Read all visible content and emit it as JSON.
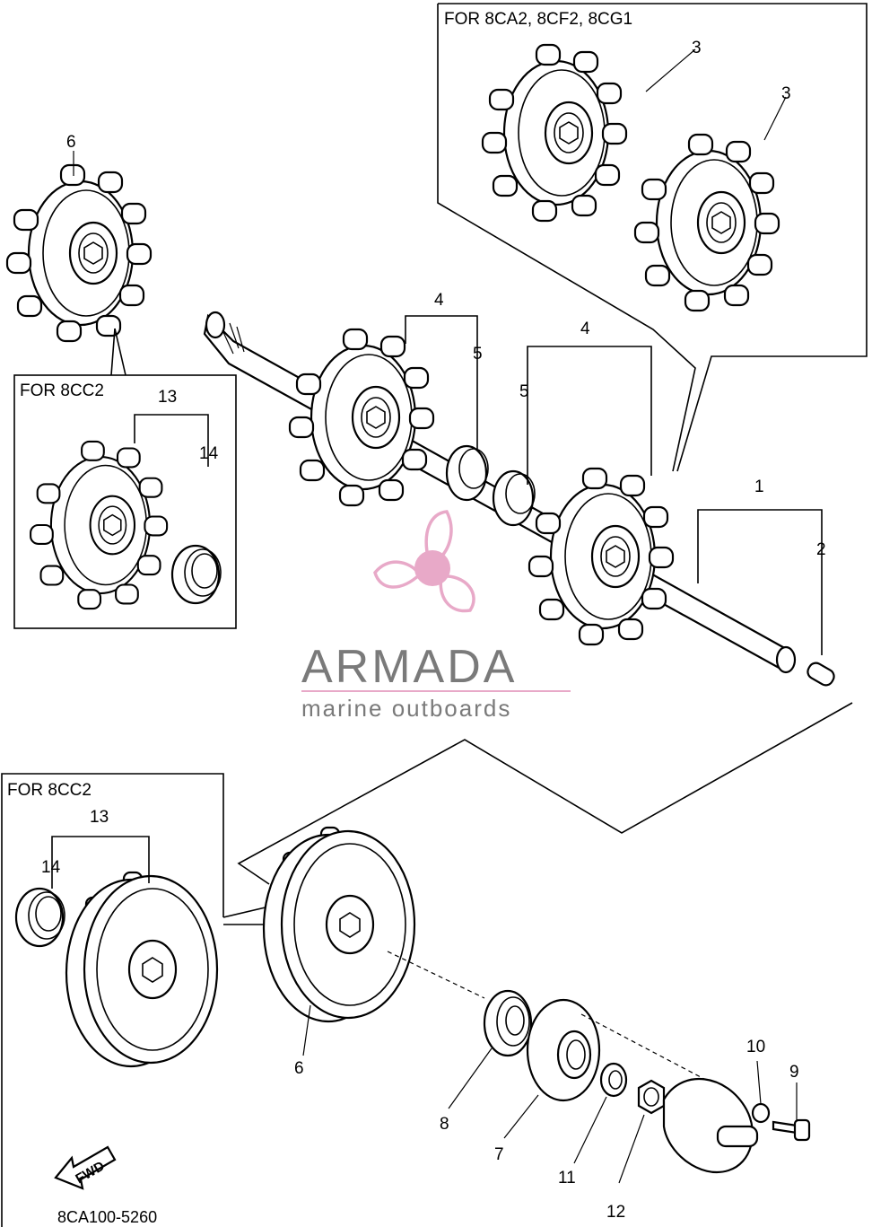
{
  "boxes": {
    "top_right_title": "FOR 8CA2, 8CF2, 8CG1",
    "left_mid_title": "FOR 8CC2",
    "left_bottom_title": "FOR 8CC2"
  },
  "callouts": {
    "c1": "1",
    "c2": "2",
    "c3a": "3",
    "c3b": "3",
    "c4a": "4",
    "c4b": "4",
    "c5a": "5",
    "c5b": "5",
    "c6a": "6",
    "c6b": "6",
    "c7": "7",
    "c8": "8",
    "c9": "9",
    "c10": "10",
    "c11": "11",
    "c12": "12",
    "c13a": "13",
    "c13b": "13",
    "c14a": "14",
    "c14b": "14"
  },
  "watermark": {
    "name": "ARMADA",
    "tagline": "marine outboards",
    "color": "#e8a9c8"
  },
  "fwd_label": "FWD",
  "diagram_code": "8CA100-5260"
}
